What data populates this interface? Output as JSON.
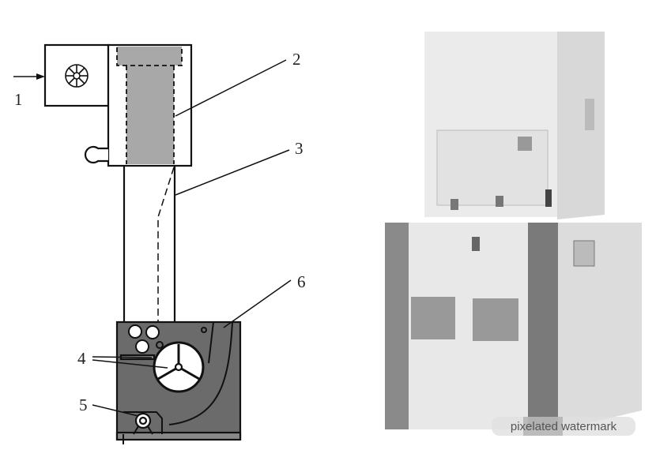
{
  "diagram": {
    "labels": [
      "1",
      "2",
      "3",
      "4",
      "5",
      "6"
    ]
  },
  "photo": {
    "panel_label": "",
    "watermark": "pixelated watermark"
  },
  "colors": {
    "line": "#111111",
    "filter_gray": "#a8a8a8",
    "machine_gray": "#6b6b6b",
    "cabinet": "#e6e6e6"
  }
}
